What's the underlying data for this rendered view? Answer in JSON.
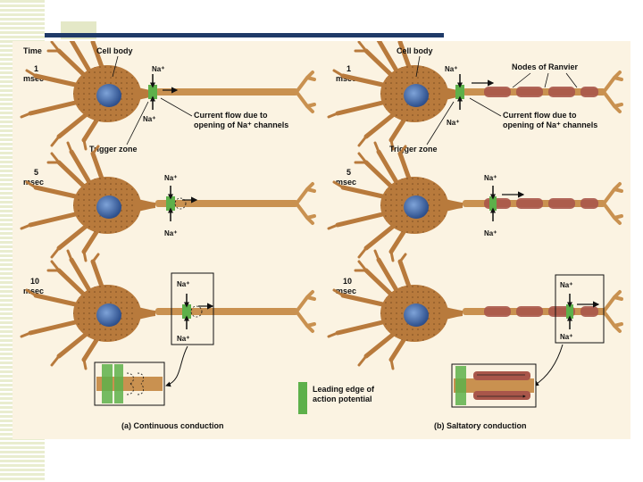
{
  "time_header": "Time",
  "time_labels": [
    {
      "value": "1",
      "unit": "msec"
    },
    {
      "value": "5",
      "unit": "msec"
    },
    {
      "value": "10",
      "unit": "msec"
    }
  ],
  "ion_label": "Na⁺",
  "labels": {
    "cell_body": "Cell body",
    "trigger_zone": "Trigger zone",
    "current_flow_line1": "Current flow due to",
    "current_flow_line2": "opening of Na⁺ channels",
    "nodes_of_ranvier": "Nodes of Ranvier"
  },
  "legend": {
    "line1": "Leading edge of",
    "line2": "action potential",
    "color": "#5db04a"
  },
  "captions": {
    "a": "(a) Continuous conduction",
    "b": "(b) Saltatory conduction"
  },
  "colors": {
    "axon": "#c99150",
    "soma": "#b87a3c",
    "nucleus": "#3a5f9e",
    "myelin": "#a9564a",
    "accent_bar": "#1f3a68"
  }
}
